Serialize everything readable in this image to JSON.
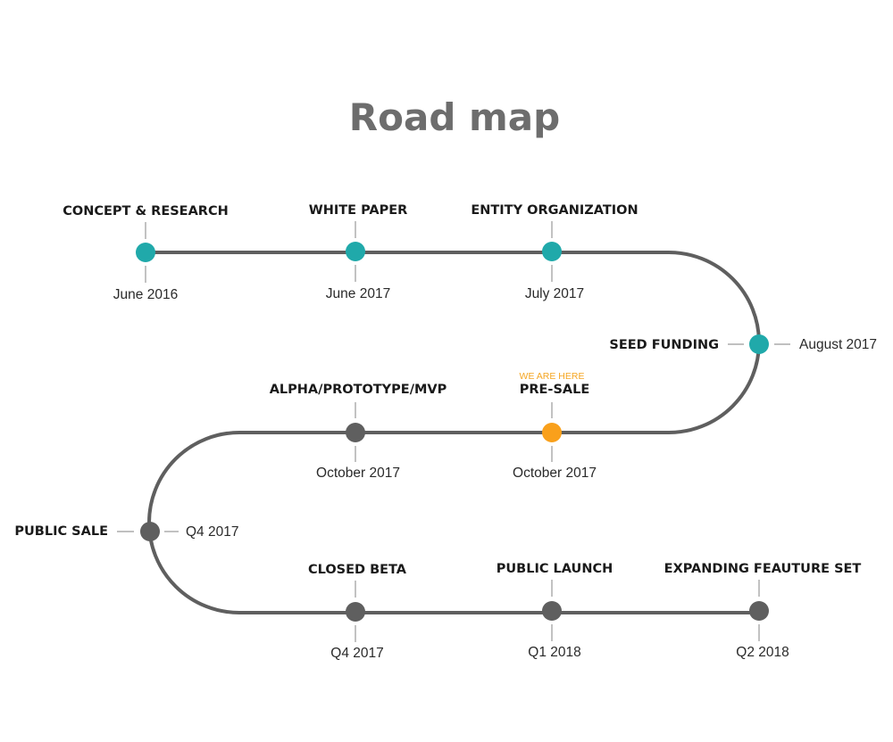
{
  "title": "Road map",
  "colors": {
    "line": "#5f5f5f",
    "done": "#20a9aa",
    "current": "#f9a01b",
    "upcoming": "#5f5f5f",
    "note": "#f5a623"
  },
  "milestones": [
    {
      "label": "CONCEPT & RESEARCH",
      "date": "June 2016",
      "status": "done"
    },
    {
      "label": "WHITE PAPER",
      "date": "June 2017",
      "status": "done"
    },
    {
      "label": "ENTITY ORGANIZATION",
      "date": "July 2017",
      "status": "done"
    },
    {
      "label": "SEED FUNDING",
      "date": "August 2017",
      "status": "done"
    },
    {
      "label": "PRE-SALE",
      "date": "October 2017",
      "status": "current",
      "note": "WE ARE HERE"
    },
    {
      "label": "ALPHA/PROTOTYPE/MVP",
      "date": "October 2017",
      "status": "upcoming"
    },
    {
      "label": "PUBLIC SALE",
      "date": "Q4 2017",
      "status": "upcoming"
    },
    {
      "label": "CLOSED BETA",
      "date": "Q4 2017",
      "status": "upcoming"
    },
    {
      "label": "PUBLIC LAUNCH",
      "date": "Q1 2018",
      "status": "upcoming"
    },
    {
      "label": "EXPANDING FEAUTURE SET",
      "date": "Q2 2018",
      "status": "upcoming"
    }
  ]
}
